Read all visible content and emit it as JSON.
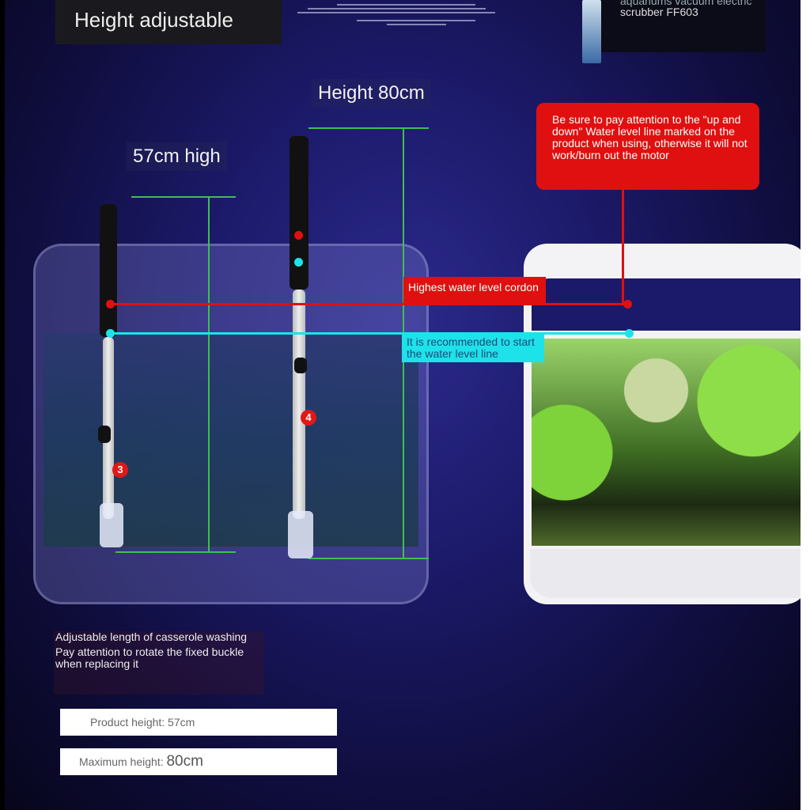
{
  "header": {
    "title": "Height adjustable"
  },
  "product_box": {
    "line1": "aquariums vacuum electric",
    "line2": "scrubber FF603"
  },
  "dimensions": {
    "short_label": "57cm high",
    "tall_label": "Height 80cm"
  },
  "callouts": {
    "warning": "Be sure to pay attention to the \"up and down\" Water level line marked on the product when using, otherwise it will not work/burn out the motor",
    "highest_level": "Highest water level cordon",
    "start_level": "It is recommended to start the water level line"
  },
  "markers": {
    "left": "3",
    "right": "4"
  },
  "notes": {
    "line1": "Adjustable length of casserole washing",
    "line2": "Pay attention to rotate the fixed buckle when replacing it"
  },
  "specs": {
    "product_height_label": "Product height: 57cm",
    "max_height_label": "Maximum height:",
    "max_height_value": "80cm"
  },
  "colors": {
    "warning_red": "#e01010",
    "start_cyan": "#1ee2ea",
    "gauge_green": "#3fbf4f",
    "background": "#1c1a6a"
  }
}
